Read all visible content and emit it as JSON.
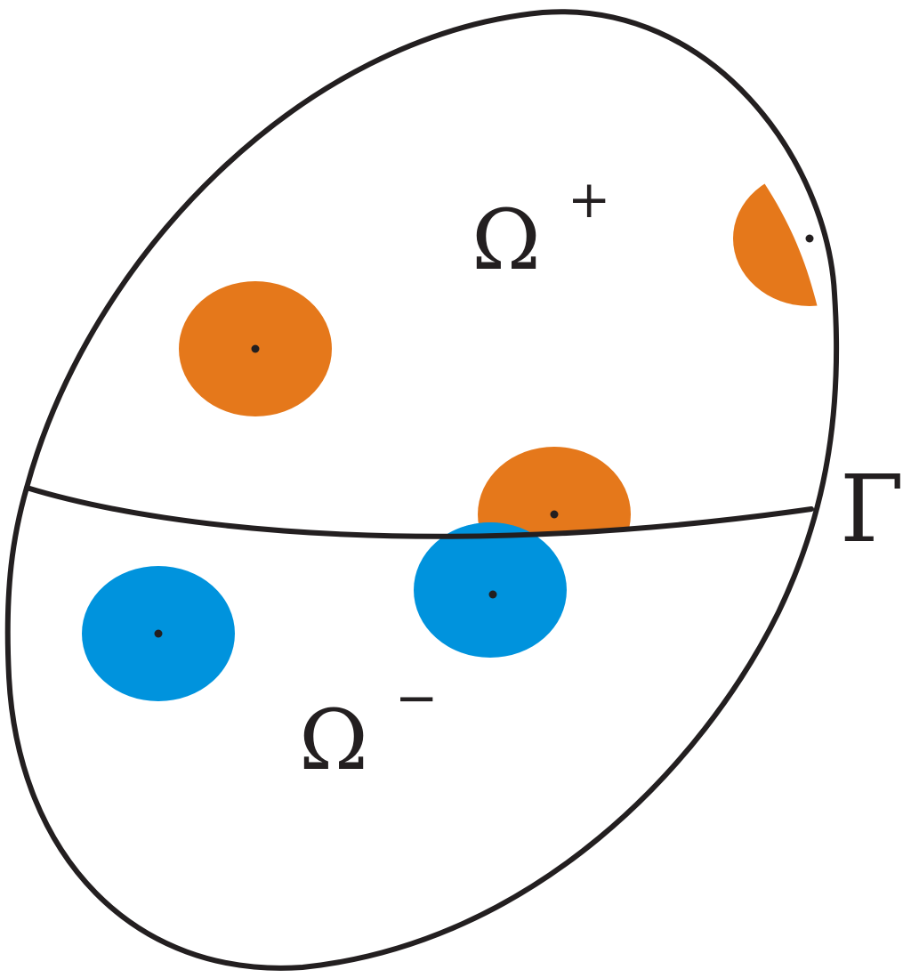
{
  "labels": {
    "upper_region": {
      "base": "Ω",
      "sup": "+"
    },
    "lower_region": {
      "base": "Ω",
      "sup": "−"
    },
    "interface": "Γ"
  },
  "colors": {
    "outline": "#231f20",
    "upper_particles": "#e5781b",
    "lower_particles": "#0093dd",
    "center_dot": "#231f20",
    "background": "#ffffff"
  }
}
